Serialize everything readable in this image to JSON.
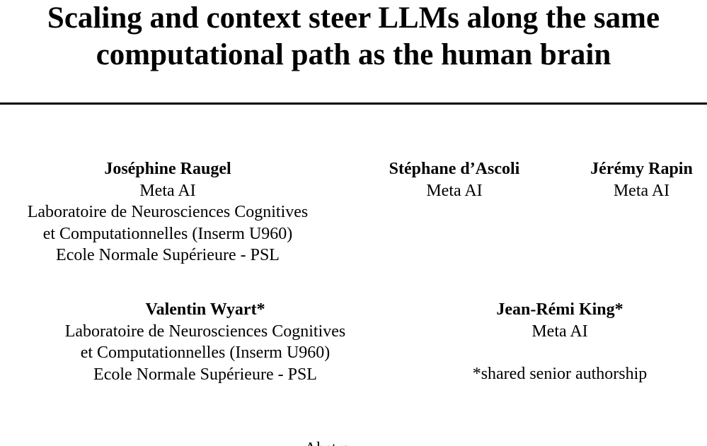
{
  "paper": {
    "title_line1": "Scaling and context steer LLMs along the same",
    "title_line2": "computational path as the human brain"
  },
  "authors": [
    {
      "name": "Joséphine Raugel",
      "affiliations": [
        "Meta AI",
        "Laboratoire de Neurosciences Cognitives",
        "et Computationnelles (Inserm U960)",
        "Ecole Normale Supérieure - PSL"
      ]
    },
    {
      "name": "Stéphane d’Ascoli",
      "affiliations": [
        "Meta AI"
      ]
    },
    {
      "name": "Jérémy Rapin",
      "affiliations": [
        "Meta AI"
      ]
    },
    {
      "name": "Valentin Wyart*",
      "affiliations": [
        "Laboratoire de Neurosciences Cognitives",
        "et Computationnelles (Inserm U960)",
        "Ecole Normale Supérieure - PSL"
      ]
    },
    {
      "name": "Jean-Rémi King*",
      "affiliations": [
        "Meta AI"
      ],
      "note": "*shared senior authorship"
    }
  ],
  "footer_fragment": "Abstract"
}
